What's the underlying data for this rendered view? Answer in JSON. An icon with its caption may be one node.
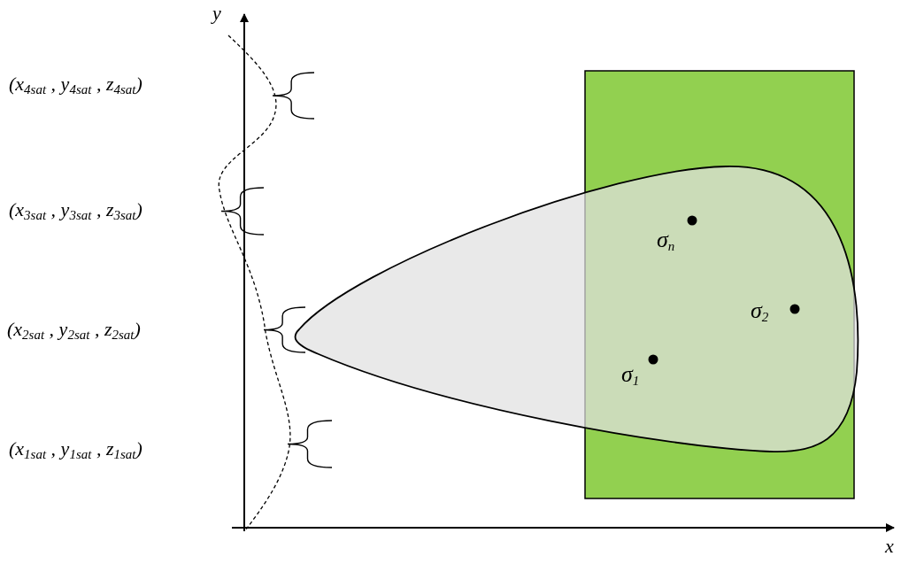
{
  "diagram": {
    "labels": [
      "y",
      "(x$_{4sat}$ , y$_{4sat}$ , z$_{4sat}$)",
      "(x$_{3sat}$ , y$_{3sat}$ , z$_{3sat}$)",
      "σ$_{n}$",
      "(x$_{2sat}$ , y$_{2sat}$ , z$_{2sat}$)",
      "σ$_{2}$",
      "σ$_{1}$",
      "(x$_{1sat}$ , y$_{1sat}$ , z$_{1sat}$)",
      "x"
    ]
  }
}
